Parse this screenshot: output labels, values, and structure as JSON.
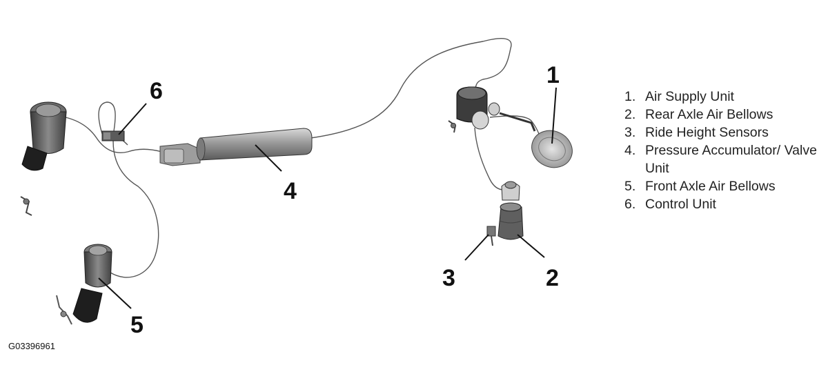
{
  "callouts": {
    "c1": "1",
    "c2": "2",
    "c3": "3",
    "c4": "4",
    "c5": "5",
    "c6": "6"
  },
  "legend": [
    {
      "num": "1.",
      "text": "Air Supply Unit"
    },
    {
      "num": "2.",
      "text": "Rear Axle Air Bellows"
    },
    {
      "num": "3.",
      "text": "Ride Height Sensors"
    },
    {
      "num": "4.",
      "text": "Pressure Accumulator/ Valve Unit"
    },
    {
      "num": "5.",
      "text": "Front Axle Air Bellows"
    },
    {
      "num": "6.",
      "text": "Control Unit"
    }
  ],
  "figure_id": "G03396961"
}
